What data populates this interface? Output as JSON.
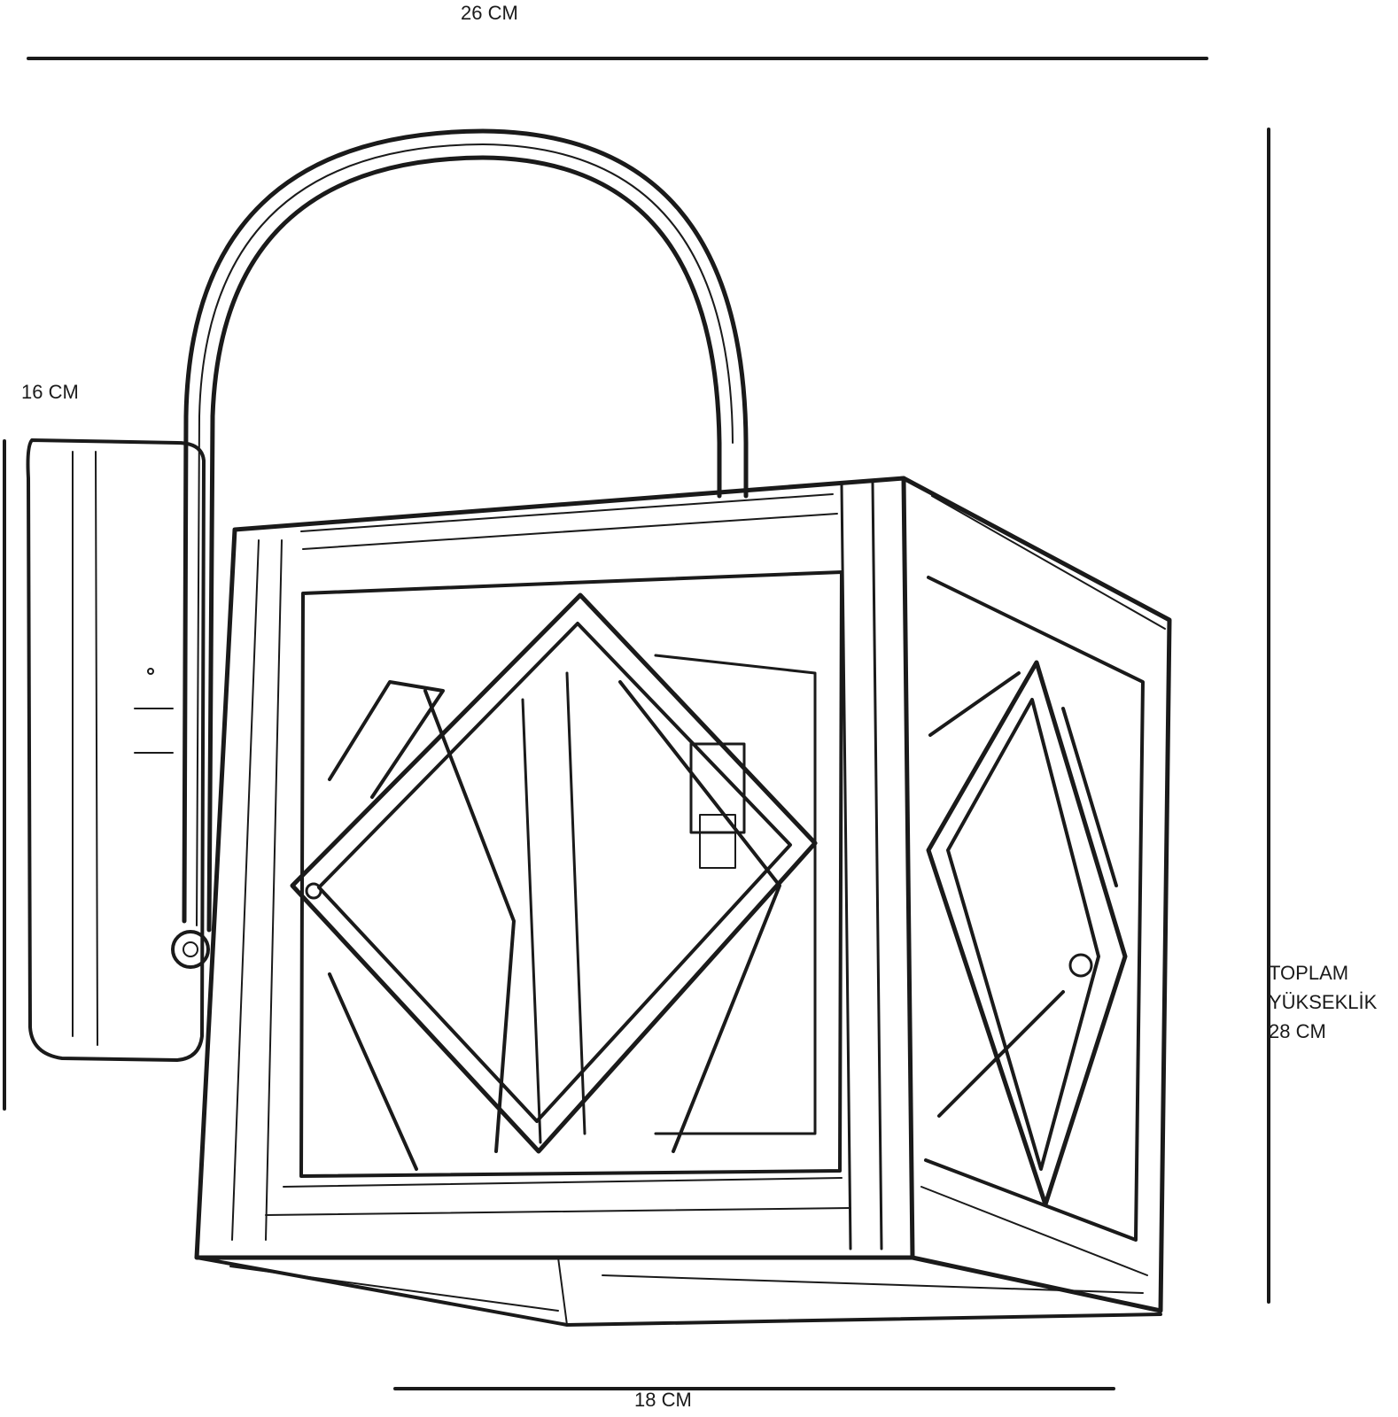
{
  "dimensions": {
    "top_width": "26 CM",
    "wall_plate_height": "16 CM",
    "bottom_width": "18 CM",
    "total_height_line1": "TOPLAM",
    "total_height_line2": "YÜKSEKLİK",
    "total_height_line3": "28 CM"
  },
  "colors": {
    "ink": "#1a1a1a",
    "background": "#ffffff"
  }
}
